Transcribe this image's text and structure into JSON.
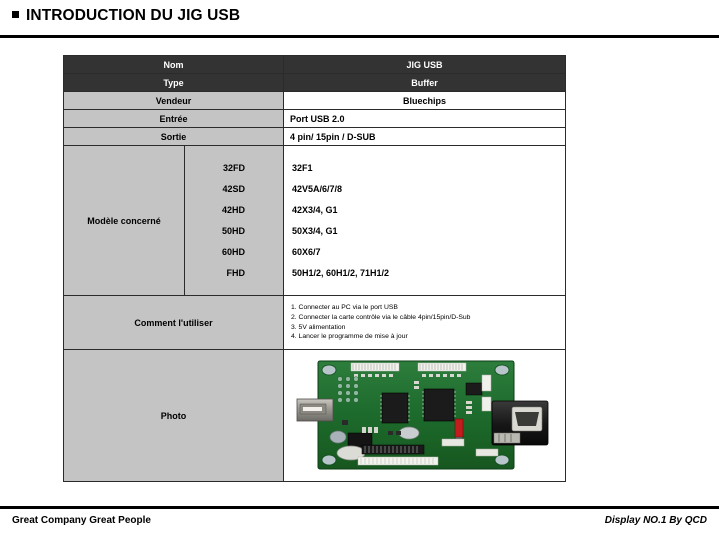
{
  "slide": {
    "title": "INTRODUCTION DU JIG USB",
    "bullet_icon": "square-bullet-icon"
  },
  "table": {
    "rows": [
      {
        "label": "Nom",
        "value": "JIG USB",
        "style": "dark"
      },
      {
        "label": "Type",
        "value": "Buffer",
        "style": "dark"
      },
      {
        "label": "Vendeur",
        "value": "Bluechips",
        "style": "center"
      },
      {
        "label": "Entrée",
        "value": "Port USB 2.0",
        "style": "left"
      },
      {
        "label": "Sortie",
        "value": "4 pin/ 15pin / D-SUB",
        "style": "left"
      }
    ],
    "models": {
      "label": "Modèle concerné",
      "entries": [
        {
          "code": "32FD",
          "value": "32F1"
        },
        {
          "code": "42SD",
          "value": "42V5A/6/7/8"
        },
        {
          "code": "42HD",
          "value": "42X3/4, G1"
        },
        {
          "code": "50HD",
          "value": "50X3/4, G1"
        },
        {
          "code": "60HD",
          "value": "60X6/7"
        },
        {
          "code": "FHD",
          "value": "50H1/2, 60H1/2, 71H1/2"
        }
      ]
    },
    "howto": {
      "label": "Comment  l'utiliser",
      "steps": [
        "1. Connecter au PC via le port USB",
        "2. Connecter  la carte contrôle via le câble 4pin/15pin/D-Sub",
        "3. 5V alimentation",
        "4. Lancer le programme de mise à jour"
      ]
    },
    "photo": {
      "label": "Photo",
      "image_alt": "usb-jig-pcb-photo"
    }
  },
  "footer": {
    "left": "Great Company  Great People",
    "right": "Display NO.1 By QCD"
  },
  "colors": {
    "header_dark": "#333333",
    "label_gray": "#c4c4c4",
    "border": "#2b2b2b",
    "pcb_green": "#1f6b2e",
    "background": "#ffffff"
  }
}
